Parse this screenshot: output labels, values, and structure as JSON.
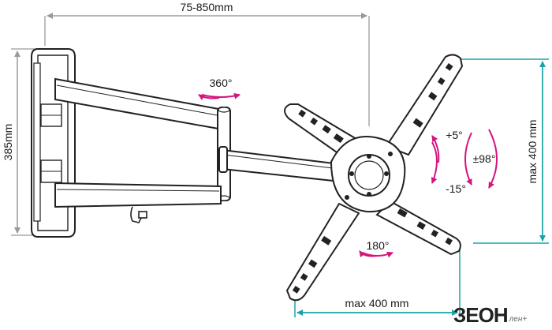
{
  "dimensions": {
    "width_range": "75-850mm",
    "height": "385mm",
    "max_vertical": "max 400 mm",
    "max_horizontal": "max 400 mm"
  },
  "rotations": {
    "arm_swivel": "360°",
    "plate_rotation": "180°",
    "tilt_up": "+5°",
    "tilt_down": "-15°",
    "swivel": "±98°"
  },
  "brand": {
    "logo_text": "ЗЕОН",
    "logo_sub": "лен+"
  },
  "colors": {
    "dimension_line": "#9a9a9a",
    "accent_teal": "#1aa3a8",
    "accent_magenta": "#d4157f",
    "outline": "#222222"
  }
}
